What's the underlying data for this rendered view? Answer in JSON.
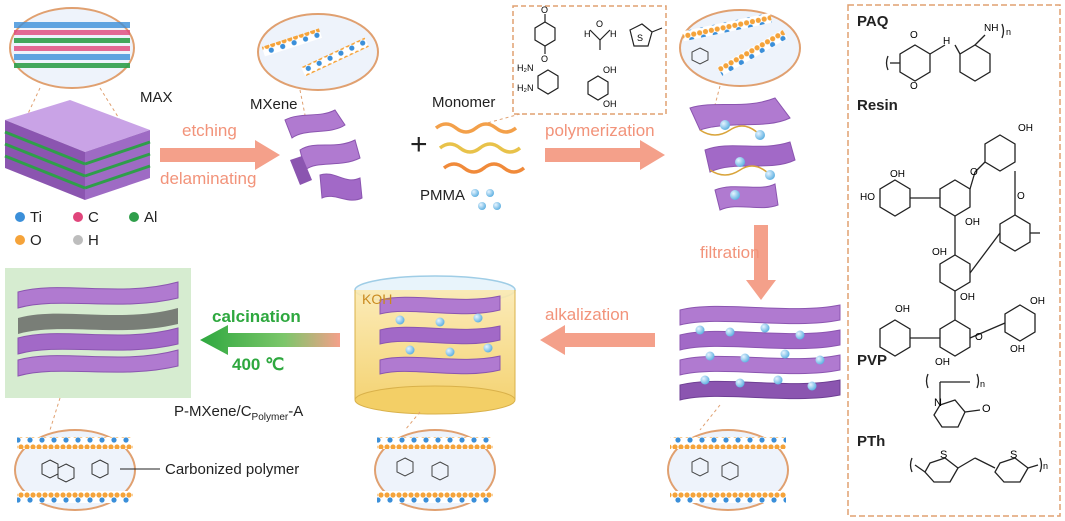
{
  "labels": {
    "max": "MAX",
    "mxene": "MXene",
    "monomer": "Monomer",
    "pmma": "PMMA",
    "etching": "etching",
    "delaminating": "delaminating",
    "polymerization": "polymerization",
    "filtration": "filtration",
    "alkalization": "alkalization",
    "calcination": "calcination",
    "temperature": "400 ℃",
    "koh": "KOH",
    "product_main": "P-MXene/C",
    "product_sub": "Polymer",
    "product_suffix": "-A",
    "carbonized": "Carbonized polymer",
    "plus": "+"
  },
  "legend": [
    {
      "symbol": "Ti",
      "color": "#3b8fd9"
    },
    {
      "symbol": "C",
      "color": "#e0457b"
    },
    {
      "symbol": "Al",
      "color": "#2f9e4a"
    },
    {
      "symbol": "O",
      "color": "#f5a33a"
    },
    {
      "symbol": "H",
      "color": "#bdbdbd"
    }
  ],
  "molecules": {
    "paq": "PAQ",
    "resin": "Resin",
    "pvp": "PVP",
    "pth": "PTh",
    "o": "O",
    "oh": "OH",
    "ho": "HO",
    "n": "N",
    "nh": "NH",
    "s": "S",
    "h": "H",
    "h2n": "H₂N",
    "sub_n": "n"
  },
  "colors": {
    "mxene": "#b07ad0",
    "mxene_dark": "#8b55b0",
    "arrow": "#f4a08a",
    "green_arrow": "#2ea83f",
    "koh_fluid": "#f7dc8a",
    "panel_border": "#e0a070"
  }
}
